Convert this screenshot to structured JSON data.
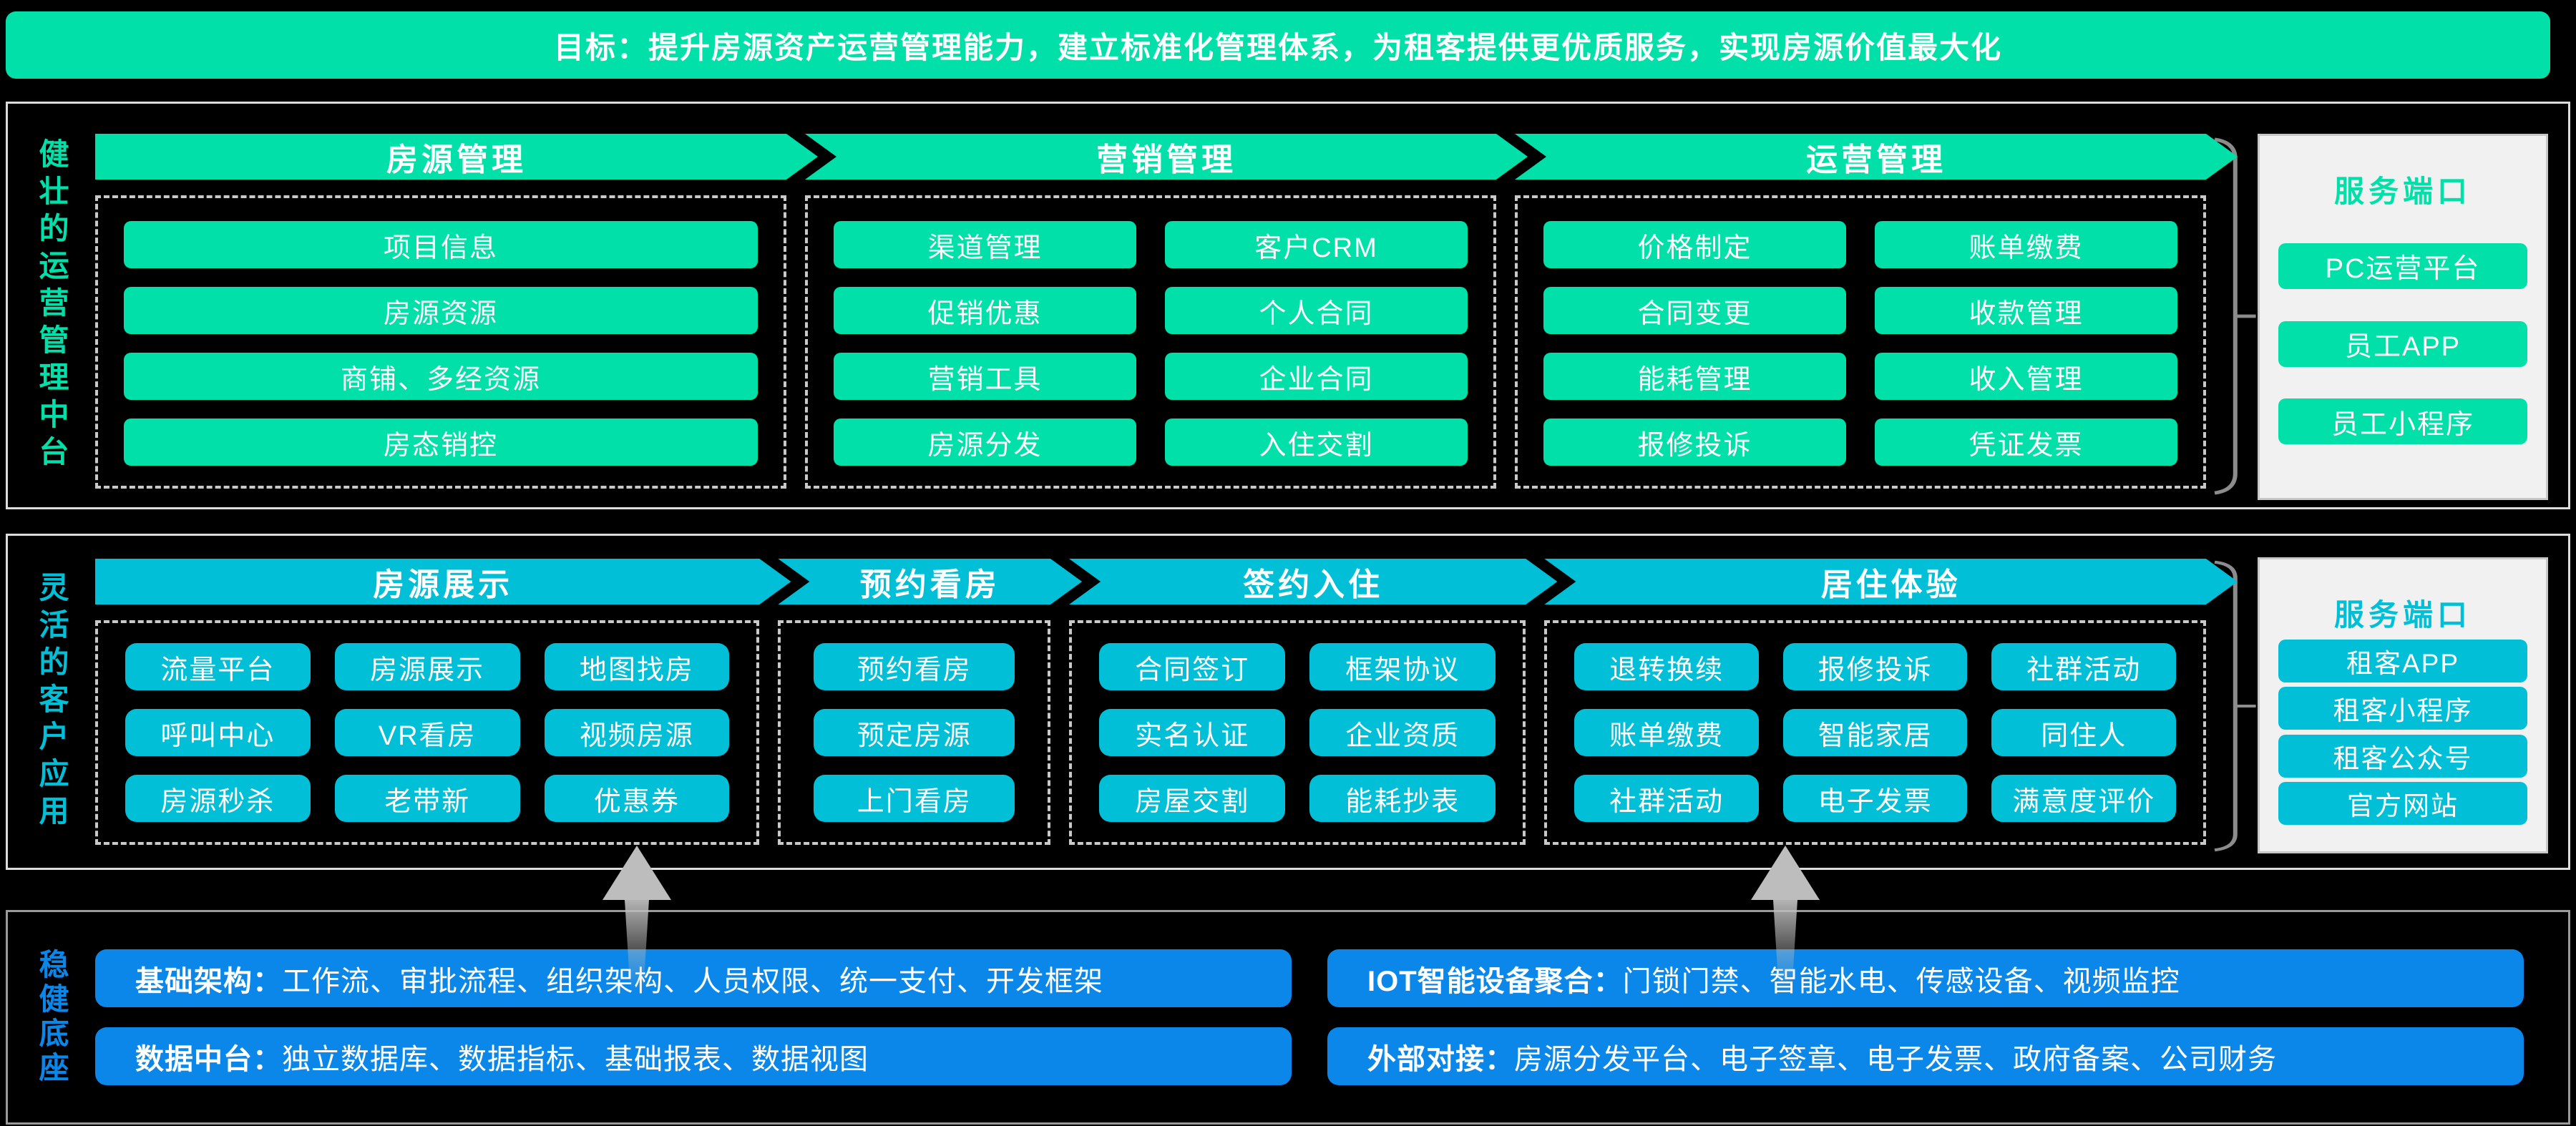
{
  "banner": {
    "text": "目标：提升房源资产运营管理能力，建立标准化管理体系，为租客提供更优质服务，实现房源价值最大化"
  },
  "section1": {
    "side_label": "健壮的运营管理中台",
    "groups": [
      {
        "header": "房源管理",
        "items": [
          "项目信息",
          "房源资源",
          "商铺、多经资源",
          "房态销控"
        ]
      },
      {
        "header": "营销管理",
        "items": [
          "渠道管理",
          "客户CRM",
          "促销优惠",
          "个人合同",
          "营销工具",
          "企业合同",
          "房源分发",
          "入住交割"
        ]
      },
      {
        "header": "运营管理",
        "items": [
          "价格制定",
          "账单缴费",
          "合同变更",
          "收款管理",
          "能耗管理",
          "收入管理",
          "报修投诉",
          "凭证发票"
        ]
      }
    ],
    "panel": {
      "title": "服务端口",
      "items": [
        "PC运营平台",
        "员工APP",
        "员工小程序"
      ]
    }
  },
  "section2": {
    "side_label": "灵活的客户应用",
    "groups": [
      {
        "header": "房源展示",
        "items": [
          "流量平台",
          "房源展示",
          "地图找房",
          "呼叫中心",
          "VR看房",
          "视频房源",
          "房源秒杀",
          "老带新",
          "优惠券"
        ]
      },
      {
        "header": "预约看房",
        "items": [
          "预约看房",
          "预定房源",
          "上门看房"
        ]
      },
      {
        "header": "签约入住",
        "items": [
          "合同签订",
          "框架协议",
          "实名认证",
          "企业资质",
          "房屋交割",
          "能耗抄表"
        ]
      },
      {
        "header": "居住体验",
        "items": [
          "退转换续",
          "报修投诉",
          "社群活动",
          "账单缴费",
          "智能家居",
          "同住人",
          "社群活动",
          "电子发票",
          "满意度评价"
        ]
      }
    ],
    "panel": {
      "title": "服务端口",
      "items": [
        "租客APP",
        "租客小程序",
        "租客公众号",
        "官方网站"
      ]
    }
  },
  "section3": {
    "side_label": "稳健底座",
    "bars": [
      {
        "label": "基础架构：",
        "text": "工作流、审批流程、组织架构、人员权限、统一支付、开发框架"
      },
      {
        "label": "IOT智能设备聚合：",
        "text": "门锁门禁、智能水电、传感设备、视频监控"
      },
      {
        "label": "数据中台：",
        "text": "独立数据库、数据指标、基础报表、数据视图"
      },
      {
        "label": "外部对接：",
        "text": "房源分发平台、电子签章、电子发票、政府备案、公司财务"
      }
    ]
  },
  "colors": {
    "green": "#00E0A8",
    "cyan": "#00BFD6",
    "blue": "#0B87E9",
    "panel_bg": "#F1F1F1",
    "panel_border": "#C8C8C8",
    "section_border": "#DCDCDC",
    "base_border": "#9A9A9A",
    "dash_border": "#C9C9C9",
    "brace_gray": "#8C8C8C",
    "arrow_gray": "#BDBDBD",
    "background": "#000000"
  }
}
